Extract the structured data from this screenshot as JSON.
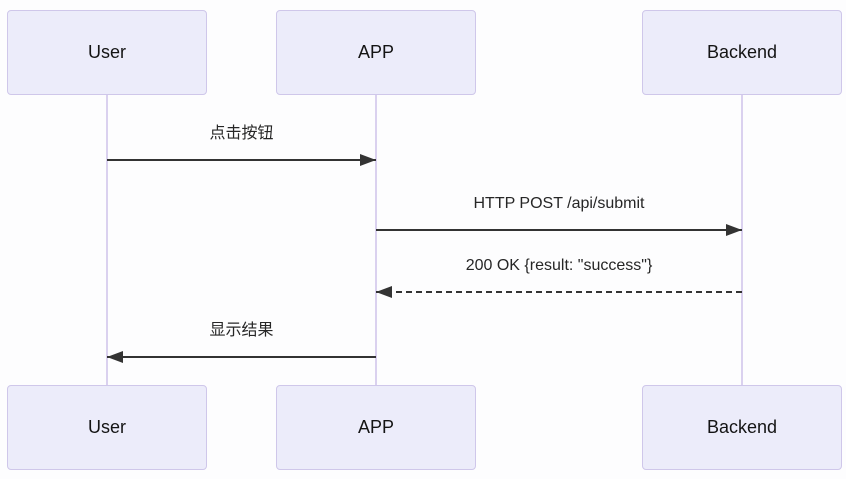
{
  "diagram": {
    "type": "sequence-diagram",
    "background": "#fdfdfe"
  },
  "colors": {
    "actor_fill": "#ececfa",
    "actor_border": "#cfc7ea",
    "lifeline": "#dad1ef",
    "arrow": "#333333",
    "text": "#262626"
  },
  "actors": [
    {
      "id": "user",
      "label": "User"
    },
    {
      "id": "app",
      "label": "APP"
    },
    {
      "id": "backend",
      "label": "Backend"
    }
  ],
  "messages": [
    {
      "from": "user",
      "to": "app",
      "label": "点击按钮",
      "line": "solid",
      "direction": "right"
    },
    {
      "from": "app",
      "to": "backend",
      "label": "HTTP POST /api/submit",
      "line": "solid",
      "direction": "right"
    },
    {
      "from": "backend",
      "to": "app",
      "label": "200 OK {result: \"success\"}",
      "line": "dashed",
      "direction": "left"
    },
    {
      "from": "app",
      "to": "user",
      "label": "显示结果",
      "line": "solid",
      "direction": "left"
    }
  ]
}
